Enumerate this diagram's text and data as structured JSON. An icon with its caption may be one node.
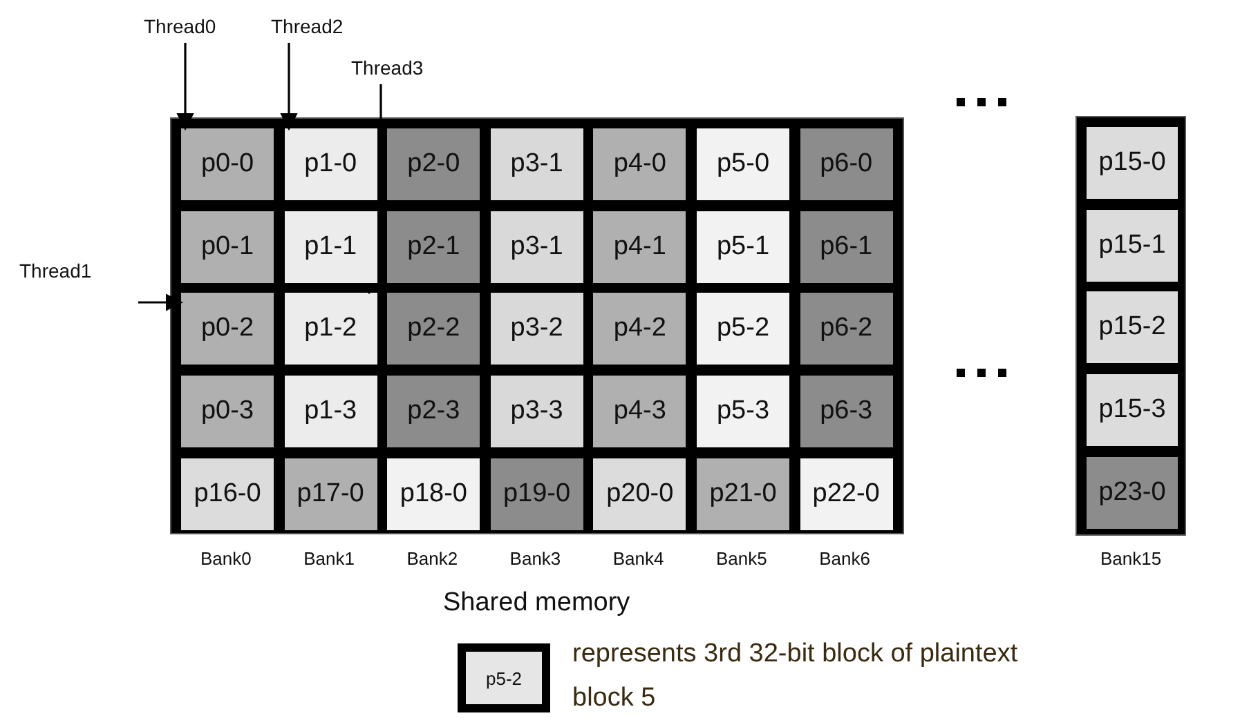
{
  "diagram": {
    "nodes": [
      {
        "text": [
          "Thread0"
        ]
      },
      {
        "text": [
          "Thread2"
        ]
      },
      {
        "text": [
          "Thread3"
        ]
      },
      {
        "text": [
          "Thread1"
        ]
      },
      {
        "text": [],
        "shape": "box"
      },
      {
        "text": [
          "p0-0"
        ],
        "in": 4
      },
      {
        "text": [
          "p1-0"
        ],
        "in": 4
      },
      {
        "text": [
          "p2-0"
        ],
        "in": 4
      },
      {
        "text": [
          "p3-1"
        ],
        "in": 4
      },
      {
        "text": [
          "p4-0"
        ],
        "in": 4
      },
      {
        "text": [
          "p5-0"
        ],
        "in": 4
      },
      {
        "text": [
          "p6-0"
        ],
        "in": 4
      },
      {
        "text": [
          "p0-1"
        ],
        "in": 4
      },
      {
        "text": [
          "p1-1"
        ],
        "in": 4
      },
      {
        "text": [
          "p2-1"
        ],
        "in": 4
      },
      {
        "text": [
          "p3-1"
        ],
        "in": 4
      },
      {
        "text": [
          "p4-1"
        ],
        "in": 4
      },
      {
        "text": [
          "p5-1"
        ],
        "in": 4
      },
      {
        "text": [
          "p6-1"
        ],
        "in": 4
      },
      {
        "text": [
          "p0-2"
        ],
        "in": 4
      },
      {
        "text": [
          "p1-2"
        ],
        "in": 4
      },
      {
        "text": [
          "p2-2"
        ],
        "in": 4
      },
      {
        "text": [
          "p3-2"
        ],
        "in": 4
      },
      {
        "text": [
          "p4-2"
        ],
        "in": 4
      },
      {
        "text": [
          "p5-2"
        ],
        "in": 4
      },
      {
        "text": [
          "p6-2"
        ],
        "in": 4
      },
      {
        "text": [
          "p0-3"
        ],
        "in": 4
      },
      {
        "text": [
          "p1-3"
        ],
        "in": 4
      },
      {
        "text": [
          "p2-3"
        ],
        "in": 4
      },
      {
        "text": [
          "p3-3"
        ],
        "in": 4
      },
      {
        "text": [
          "p4-3"
        ],
        "in": 4
      },
      {
        "text": [
          "p5-3"
        ],
        "in": 4
      },
      {
        "text": [
          "p6-3"
        ],
        "in": 4
      },
      {
        "text": [
          "p16-0"
        ],
        "in": 4
      },
      {
        "text": [
          "p17-0"
        ],
        "in": 4
      },
      {
        "text": [
          "p18-0"
        ],
        "in": 4
      },
      {
        "text": [
          "p19-0"
        ],
        "in": 4
      },
      {
        "text": [
          "p20-0"
        ],
        "in": 4
      },
      {
        "text": [
          "p21-0"
        ],
        "in": 4
      },
      {
        "text": [
          "p22-0"
        ],
        "in": 4
      },
      {
        "text": [],
        "shape": "box"
      },
      {
        "text": [
          "p15-0"
        ],
        "in": 40
      },
      {
        "text": [
          "p15-1"
        ],
        "in": 40
      },
      {
        "text": [
          "p15-2"
        ],
        "in": 40
      },
      {
        "text": [
          "p15-3"
        ],
        "in": 40
      },
      {
        "text": [
          "p23-0"
        ],
        "in": 40
      },
      {
        "text": [
          "p5-2"
        ],
        "beside": [
          "represents 3rd 32-bit block of plaintext block 5"
        ]
      }
    ],
    "edges": [
      {
        "from": 0,
        "to": 5,
        "arrow": "to"
      },
      {
        "from": 1,
        "to": 6,
        "arrow": "to"
      },
      {
        "from": 2,
        "to": 20,
        "arrow": "to"
      },
      {
        "from": 3,
        "to": 19,
        "arrow": "to"
      }
    ],
    "labels": [
      "Bank0",
      "Bank1",
      "Bank2",
      "Bank3",
      "Bank4",
      "Bank5",
      "Bank6",
      "Bank15",
      "Shared memory"
    ]
  }
}
